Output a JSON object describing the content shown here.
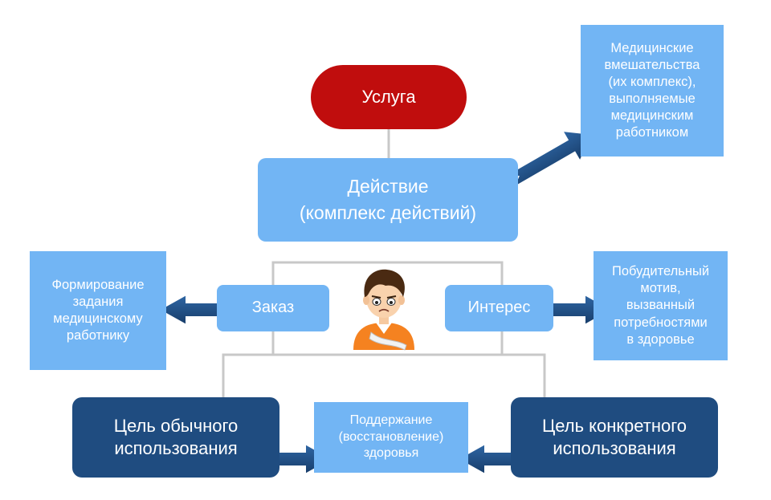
{
  "nodes": {
    "service": "Услуга",
    "action": "Действие\n(комплекс действий)",
    "interventions": "Медицинские\nвмешательства\n(их комплекс),\nвыполняемые\nмедицинским\nработником",
    "order": "Заказ",
    "interest": "Интерес",
    "task_forming": "Формирование\nзадания\nмедицинскому\nработнику",
    "motive": "Побудительный\nмотив,\nвызванный\nпотребностями\nв здоровье",
    "usual_goal": "Цель обычного\nиспользования",
    "specific_goal": "Цель конкретного\nиспользования",
    "health": "Поддержание\n(восстановление)\nздоровья"
  },
  "icons": {
    "person": "person-with-arm-sling-icon"
  },
  "colors": {
    "light_box": "#72b5f4",
    "dark_box": "#1f4c80",
    "service_box": "#c00d0d",
    "connector": "#c8c8c8",
    "arrow": "#1f4c80"
  }
}
